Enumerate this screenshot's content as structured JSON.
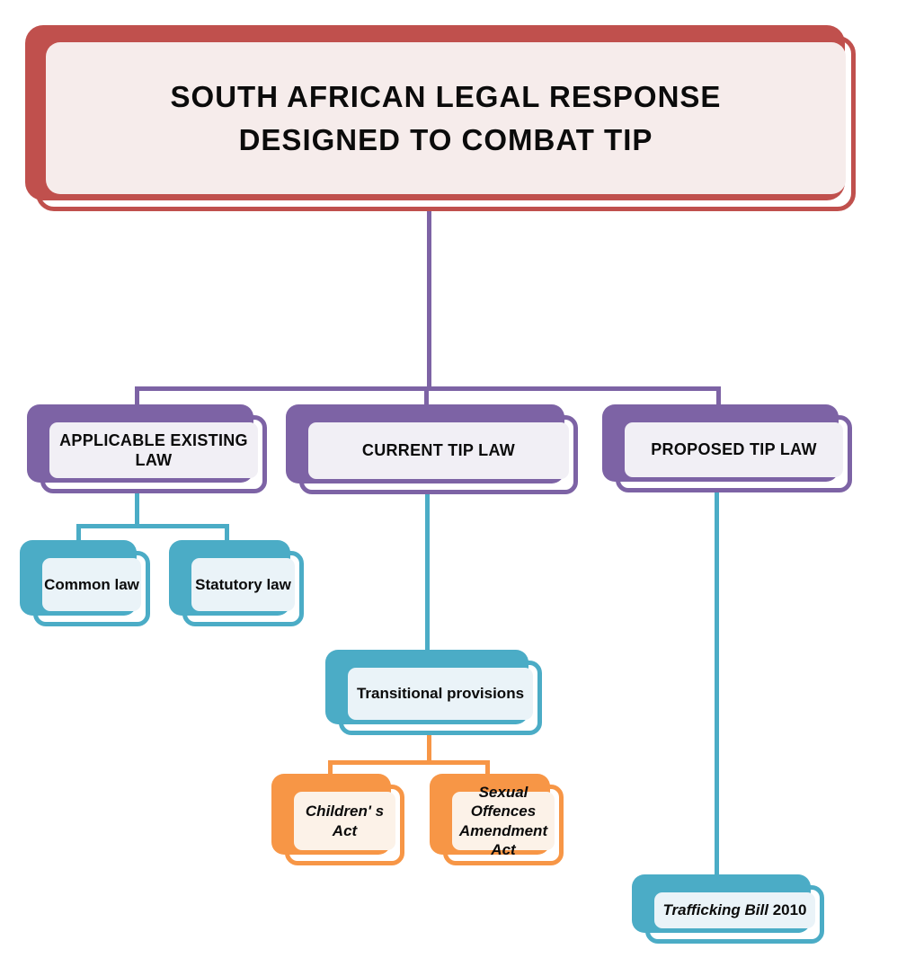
{
  "title": {
    "line1": "SOUTH AFRICAN LEGAL RESPONSE",
    "line2": "DESIGNED TO COMBAT TIP"
  },
  "nodes": {
    "applicable_existing_law": {
      "label": "APPLICABLE EXISTING LAW"
    },
    "current_tip_law": {
      "label": "CURRENT TIP LAW"
    },
    "proposed_tip_law": {
      "label": "PROPOSED TIP LAW"
    },
    "common_law": {
      "label": "Common law"
    },
    "statutory_law": {
      "label": "Statutory law"
    },
    "transitional_provisions": {
      "label": "Transitional provisions"
    },
    "childrens_act": {
      "label": "Children' s Act"
    },
    "sexual_offences_amendment_act": {
      "label": "Sexual Offences Amendment Act"
    },
    "trafficking_bill": {
      "label_italic": "Trafficking Bill",
      "label_year": "2010"
    }
  },
  "colors": {
    "red": "#C0504D",
    "red_tint": "#F6ECEB",
    "purple": "#7D63A5",
    "purple_tint": "#F1EFF5",
    "teal": "#4BACC6",
    "teal_tint": "#EAF3F8",
    "orange": "#F79646",
    "orange_tint": "#FCF2E8",
    "text": "#0B0B0B",
    "background": "#FFFFFF"
  }
}
